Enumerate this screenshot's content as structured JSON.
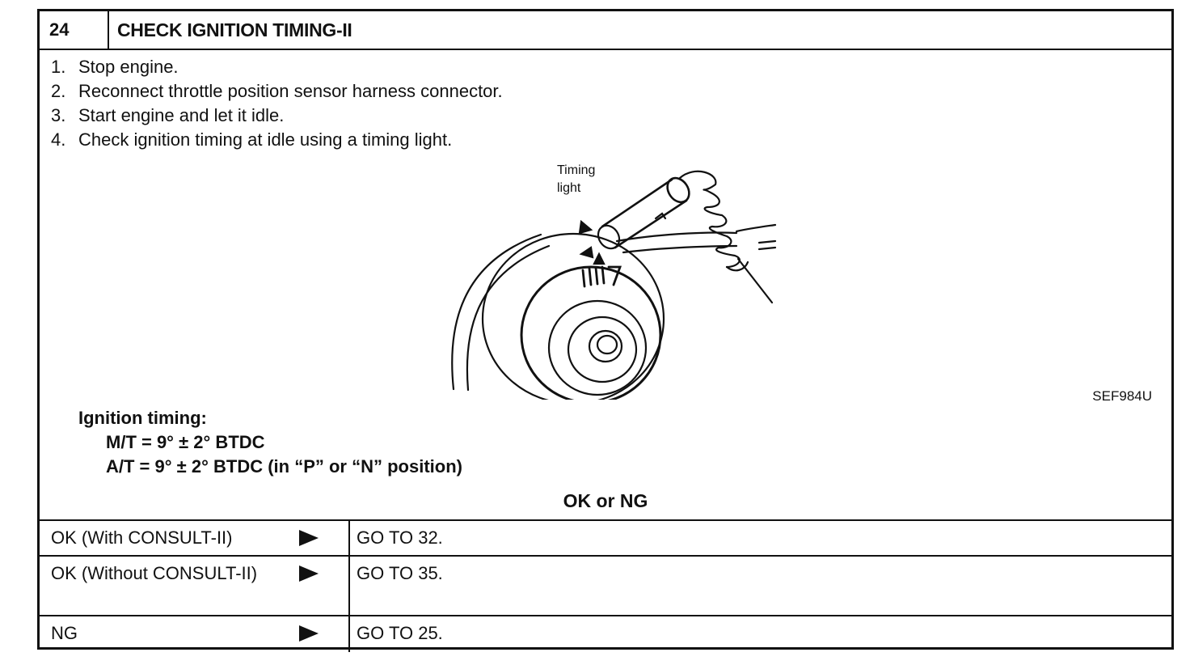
{
  "header": {
    "step_number": "24",
    "title": "CHECK IGNITION TIMING-II"
  },
  "steps": [
    {
      "num": "1.",
      "text": "Stop engine."
    },
    {
      "num": "2.",
      "text": "Reconnect throttle position sensor harness connector."
    },
    {
      "num": "3.",
      "text": "Start engine and let it idle."
    },
    {
      "num": "4.",
      "text": "Check ignition timing at idle using a timing light."
    }
  ],
  "figure": {
    "label_line1": "Timing",
    "label_line2": "light",
    "code": "SEF984U"
  },
  "spec": {
    "heading": "Ignition timing:",
    "line1": "M/T = 9° ± 2° BTDC",
    "line2": "A/T = 9° ± 2° BTDC (in “P” or “N” position)"
  },
  "decision": "OK or NG",
  "results": [
    {
      "condition": "OK (With CONSULT-II)",
      "action": "GO TO 32."
    },
    {
      "condition": "OK (Without CONSULT-II)",
      "action": "GO TO 35."
    },
    {
      "condition": "NG",
      "action": "GO TO 25."
    }
  ]
}
